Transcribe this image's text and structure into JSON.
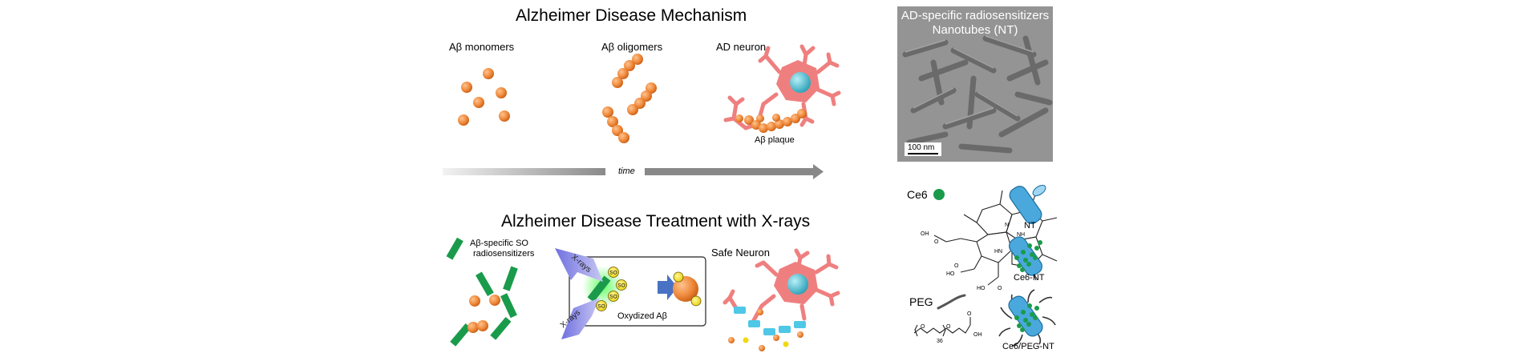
{
  "mechanism": {
    "title": "Alzheimer Disease Mechanism",
    "monomers_label": "Aβ monomers",
    "oligomers_label": "Aβ oligomers",
    "neuron_label": "AD neuron",
    "plaque_label": "Aβ plaque",
    "time_label": "time"
  },
  "treatment": {
    "title": "Alzheimer Disease Treatment with X-rays",
    "sensitizer_label_line1": "Aβ-specific SO",
    "sensitizer_label_line2": "radiosensitizers",
    "xray_label_top": "X-rays",
    "xray_label_bottom": "X-rays",
    "so_label": "SO",
    "oxidized_label": "Oxydized Aβ",
    "safe_neuron_label": "Safe Neuron"
  },
  "micrograph": {
    "title_line1": "AD-specific radiosensitizers",
    "title_line2": "Nanotubes (NT)",
    "scale_label": "100  nm"
  },
  "components": {
    "ce6_label": "Ce6",
    "nt_label": "NT",
    "ce6_nt_label": "Ce6-NT",
    "peg_label": "PEG",
    "peg_subscript": "36",
    "ce6_peg_nt_label": "Ce6/PEG-NT",
    "oh_label": "OH",
    "o_label": "O",
    "n_label": "N",
    "nh_label": "NH",
    "hn_label": "HN",
    "ho_label": "HO"
  },
  "colors": {
    "amyloid": "#ef8a3c",
    "neuron": "#ef7f7f",
    "nucleus": "#3fb8c9",
    "sensitizer": "#1a9b4b",
    "so": "#f0d90f",
    "xray": "#8e8ee6",
    "nanotube": "#4aa8dc",
    "arrow": "#4a72c4"
  }
}
